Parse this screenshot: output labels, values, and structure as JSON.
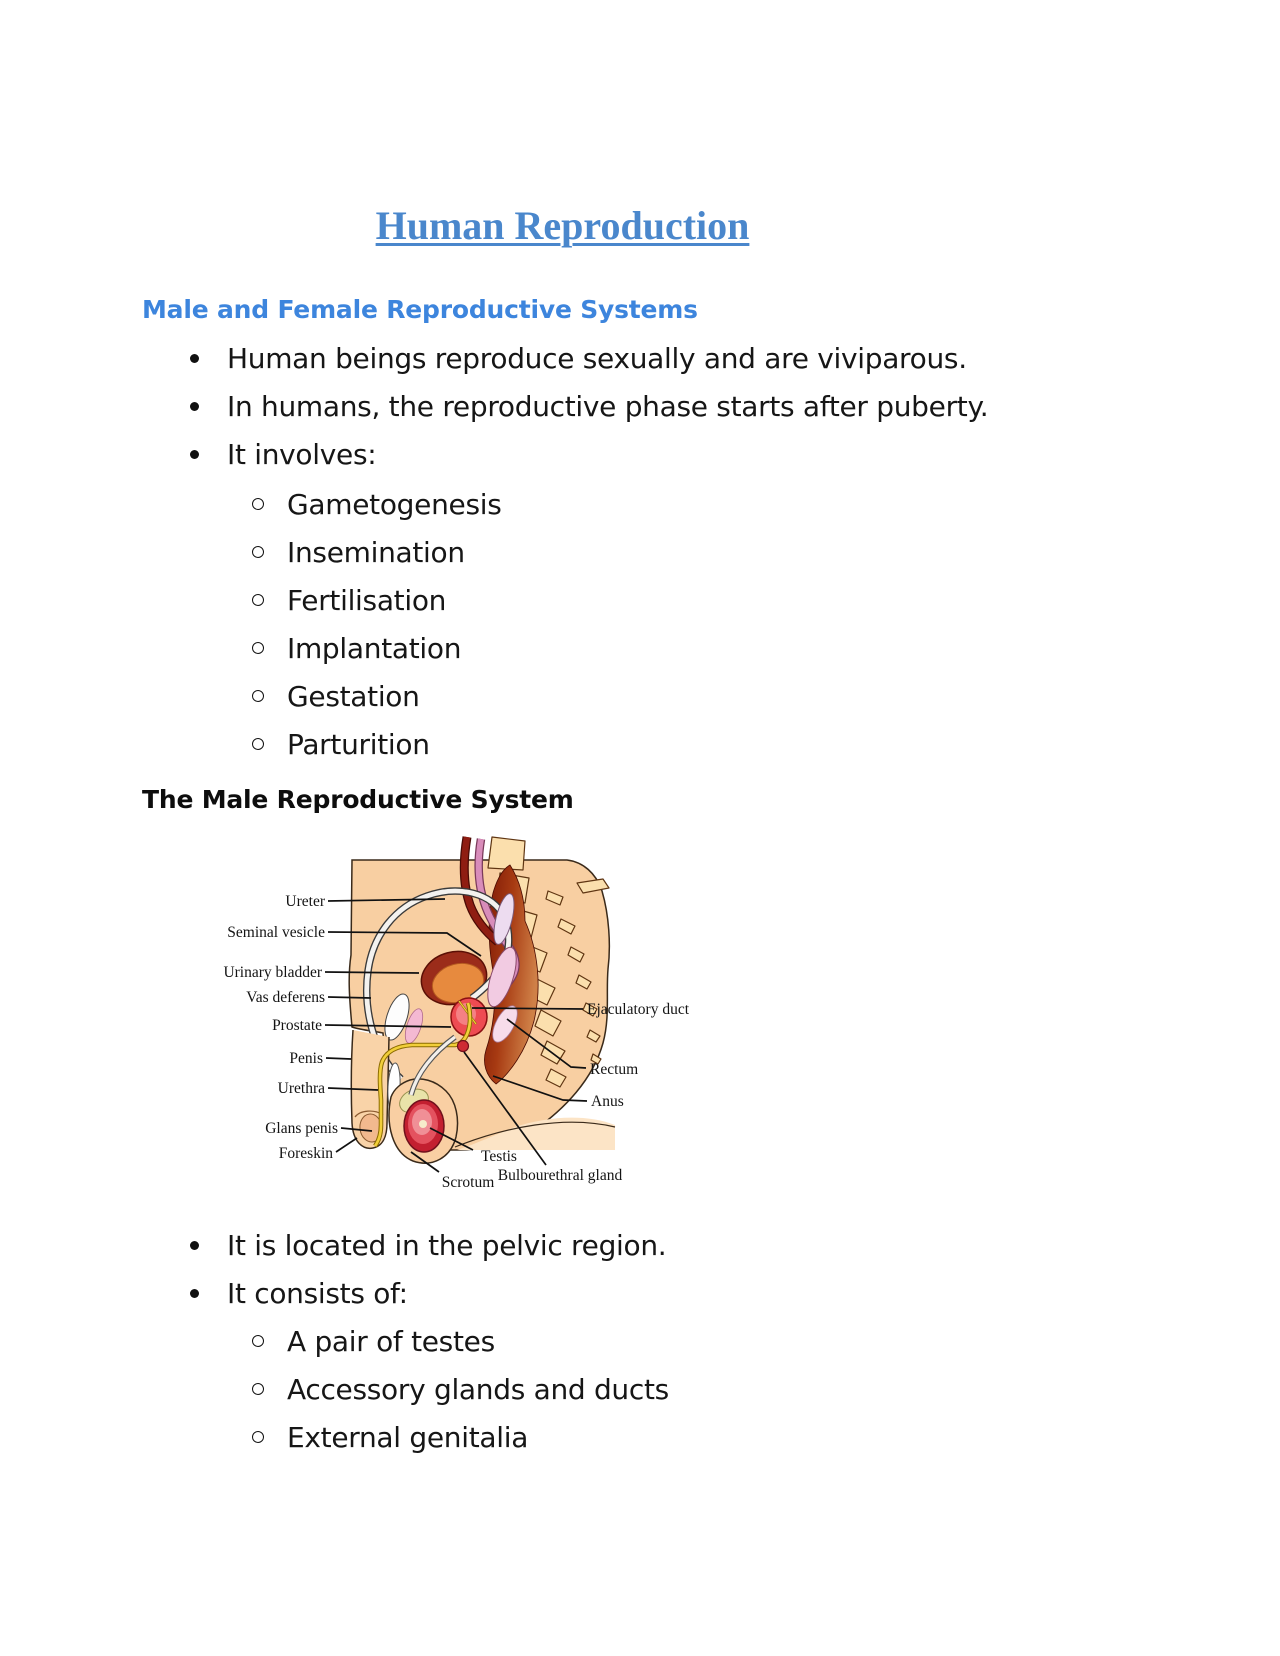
{
  "doc": {
    "title": "Human Reproduction",
    "section1_heading": "Male and Female Reproductive Systems",
    "section2_heading": "The Male Reproductive System"
  },
  "lists": {
    "intro": [
      "Human beings reproduce sexually and are viviparous.",
      "In humans, the reproductive phase starts after puberty.",
      "It involves:"
    ],
    "involves": [
      "Gametogenesis",
      "Insemination",
      "Fertilisation",
      "Implantation",
      "Gestation",
      "Parturition"
    ],
    "located": [
      "It is located in the pelvic region.",
      "It consists of:"
    ],
    "consists": [
      "A pair of testes",
      "Accessory glands and ducts",
      "External genitalia"
    ]
  },
  "diagram": {
    "labels": {
      "ureter": "Ureter",
      "seminal_vesicle": "Seminal vesicle",
      "urinary_bladder": "Urinary bladder",
      "vas_deferens": "Vas deferens",
      "prostate": "Prostate",
      "penis": "Penis",
      "urethra": "Urethra",
      "glans_penis": "Glans penis",
      "foreskin": "Foreskin",
      "scrotum": "Scrotum",
      "testis": "Testis",
      "bulbourethral_gland": "Bulbourethral gland",
      "ejaculatory_duct": "Ejaculatory duct",
      "rectum": "Rectum",
      "anus": "Anus"
    }
  },
  "colors": {
    "title_blue": "#4a87cc",
    "heading_blue": "#3d85dd",
    "body_text": "#151515",
    "skin": "#f8cfa2",
    "skin_light": "#fce4c6",
    "bone": "#fbdfad",
    "rectum_dark": "#7a1605",
    "bladder_orange": "#e78a3e",
    "bladder_rim": "#9b2c1a",
    "prostate_red": "#ee4b52",
    "urethra_yellow": "#f2cf3a",
    "testis_red": "#c31f30"
  }
}
